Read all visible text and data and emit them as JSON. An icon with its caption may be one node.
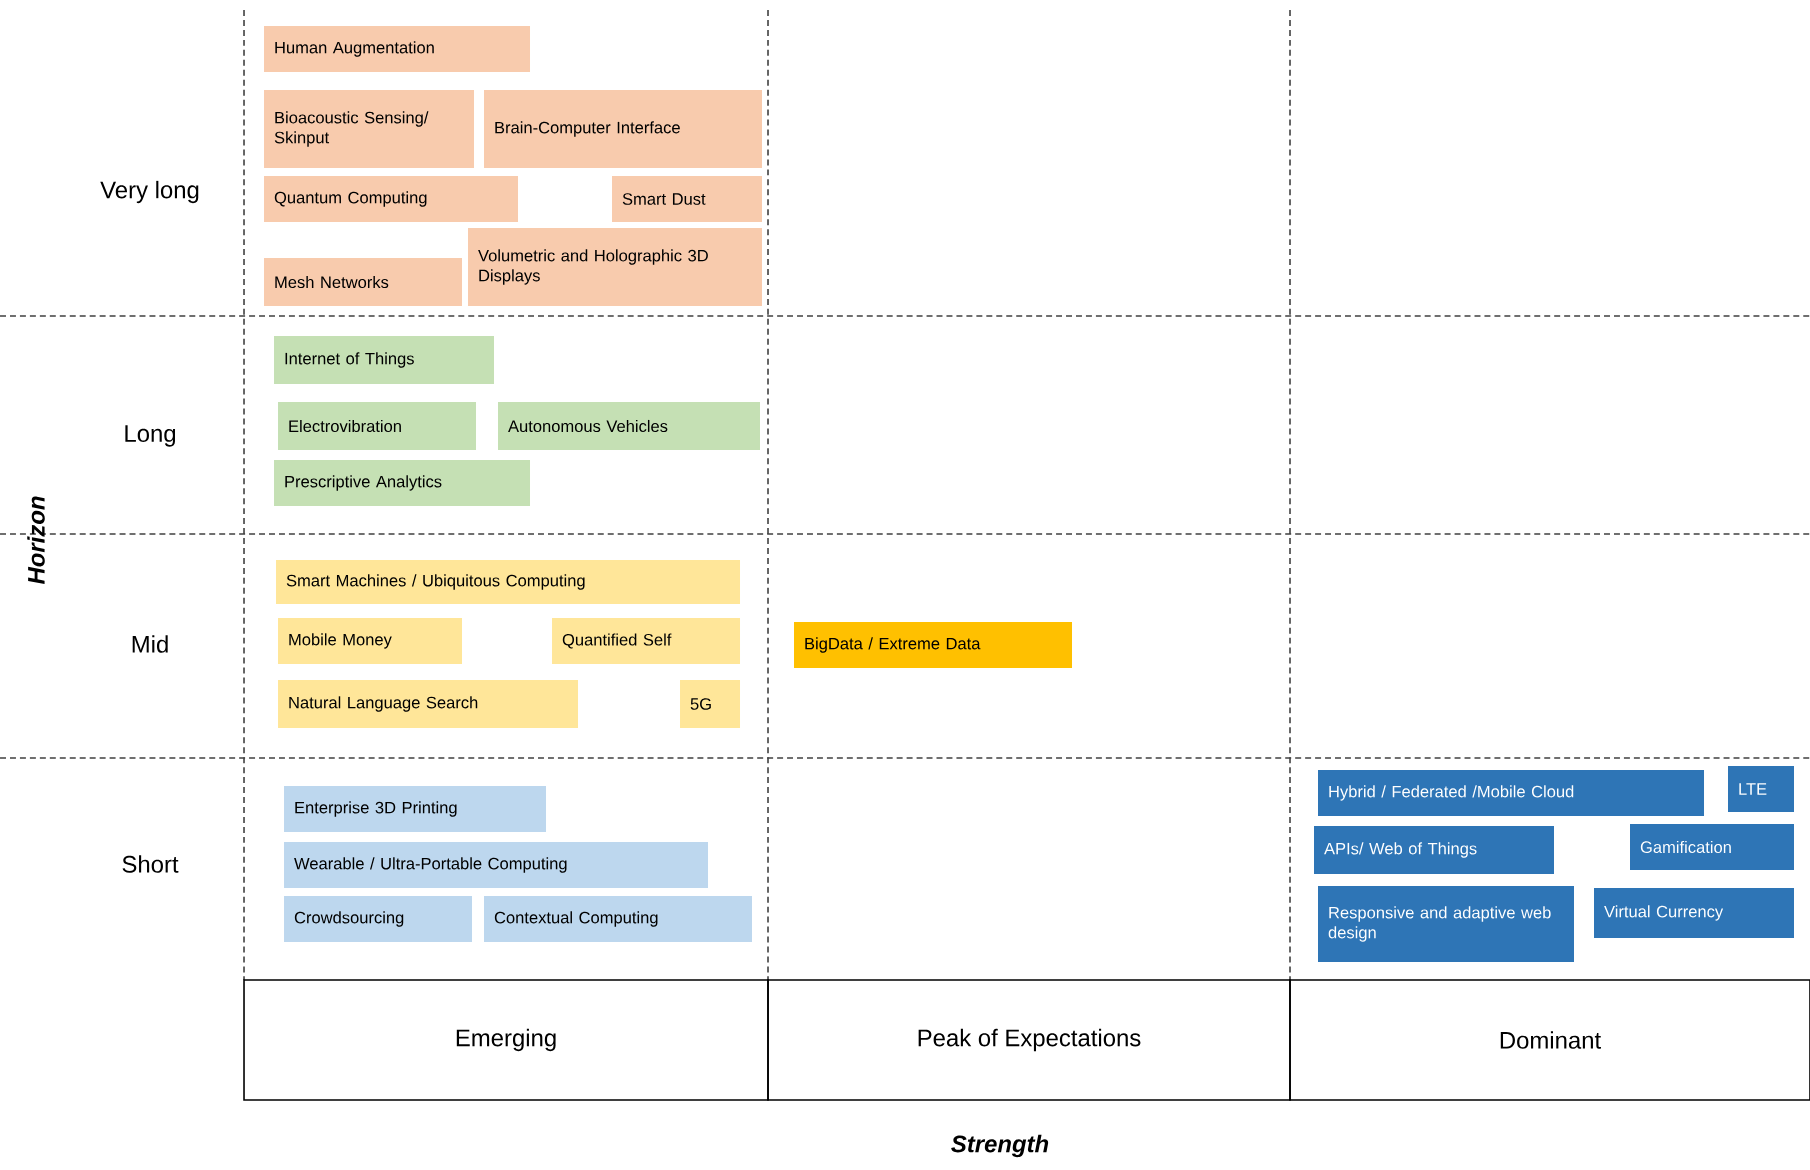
{
  "diagram": {
    "nodes": [
      {
        "text": [
          "Human Augmentation"
        ]
      },
      {
        "text": [
          "Bioacoustic Sensing/ Skinput"
        ]
      },
      {
        "text": [
          "Brain-Computer Interface"
        ]
      },
      {
        "text": [
          "Quantum Computing"
        ]
      },
      {
        "text": [
          "Smart Dust"
        ]
      },
      {
        "text": [
          "Mesh Networks"
        ]
      },
      {
        "text": [
          "Volumetric and Holographic 3D Displays"
        ]
      },
      {
        "text": [
          "Internet of Things"
        ]
      },
      {
        "text": [
          "Electrovibration"
        ]
      },
      {
        "text": [
          "Autonomous Vehicles"
        ]
      },
      {
        "text": [
          "Prescriptive Analytics"
        ]
      },
      {
        "text": [
          "Smart Machines / Ubiquitous Computing"
        ]
      },
      {
        "text": [
          "Mobile Money"
        ]
      },
      {
        "text": [
          "Quantified Self"
        ]
      },
      {
        "text": [
          "Natural Language Search"
        ]
      },
      {
        "text": [
          "5G"
        ]
      },
      {
        "text": [
          "BigData / Extreme Data"
        ]
      },
      {
        "text": [
          "Enterprise 3D Printing"
        ]
      },
      {
        "text": [
          "Wearable / Ultra-Portable Computing"
        ]
      },
      {
        "text": [
          "Crowdsourcing"
        ]
      },
      {
        "text": [
          "Contextual Computing"
        ]
      },
      {
        "text": [
          "Hybrid / Federated /Mobile Cloud"
        ]
      },
      {
        "text": [
          "LTE"
        ]
      },
      {
        "text": [
          "APIs/ Web of Things"
        ]
      },
      {
        "text": [
          "Gamification"
        ]
      },
      {
        "text": [
          "Responsive and adaptive web design"
        ]
      },
      {
        "text": [
          "Virtual Currency"
        ]
      }
    ],
    "labels": [
      "Very long",
      "Long",
      "Mid",
      "Short",
      "Emerging",
      "Peak of Expectations",
      "Dominant",
      "Horizon",
      "Strength"
    ]
  }
}
